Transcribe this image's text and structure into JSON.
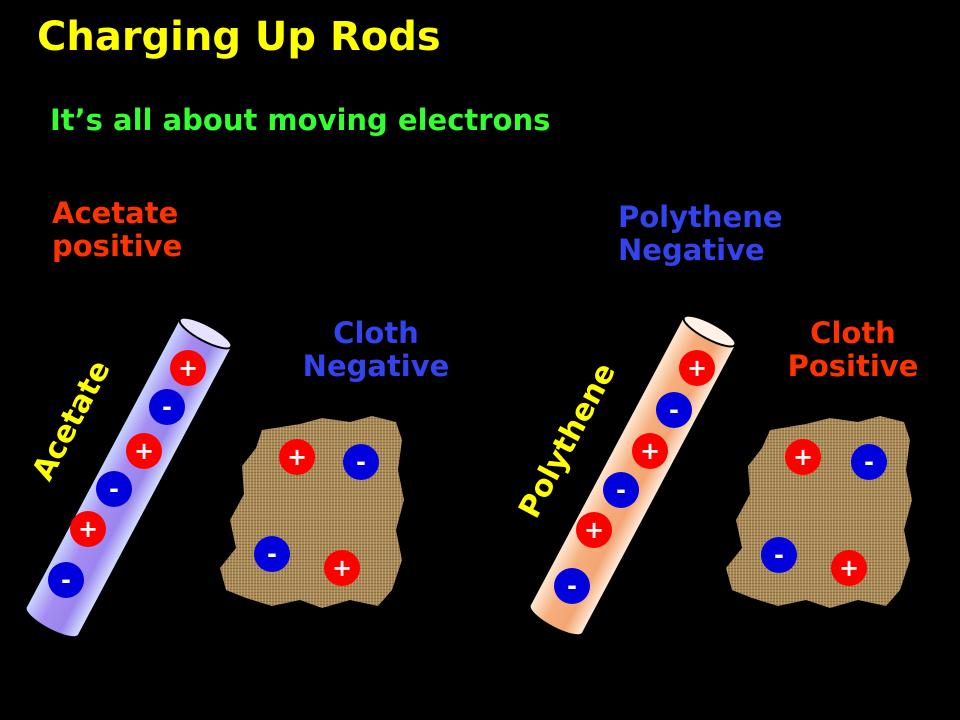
{
  "title": "Charging Up Rods",
  "subtitle": "It’s all about moving electrons",
  "left": {
    "label_line1": "Acetate",
    "label_line2": "positive",
    "rod_label": "Acetate",
    "rod_charges": [
      "+",
      "-",
      "+",
      "-",
      "+",
      "-"
    ],
    "cloth_line1": "Cloth",
    "cloth_line2": "Negative",
    "cloth_charges": [
      "+",
      "-",
      "-",
      "+"
    ]
  },
  "right": {
    "label_line1": "Polythene",
    "label_line2": "Negative",
    "rod_label": "Polythene",
    "rod_charges": [
      "+",
      "-",
      "+",
      "-",
      "+",
      "-"
    ],
    "cloth_line1": "Cloth",
    "cloth_line2": "Positive",
    "cloth_charges": [
      "+",
      "-",
      "-",
      "+"
    ]
  },
  "colors": {
    "title": "#ffff00",
    "subtitle": "#33ff33",
    "positive_text": "#ff3300",
    "negative_text": "#3344ee",
    "rod_label": "#ffff00",
    "positive_charge": "#ff0000",
    "negative_charge": "#0000dd",
    "cloth": "#a88a58"
  }
}
